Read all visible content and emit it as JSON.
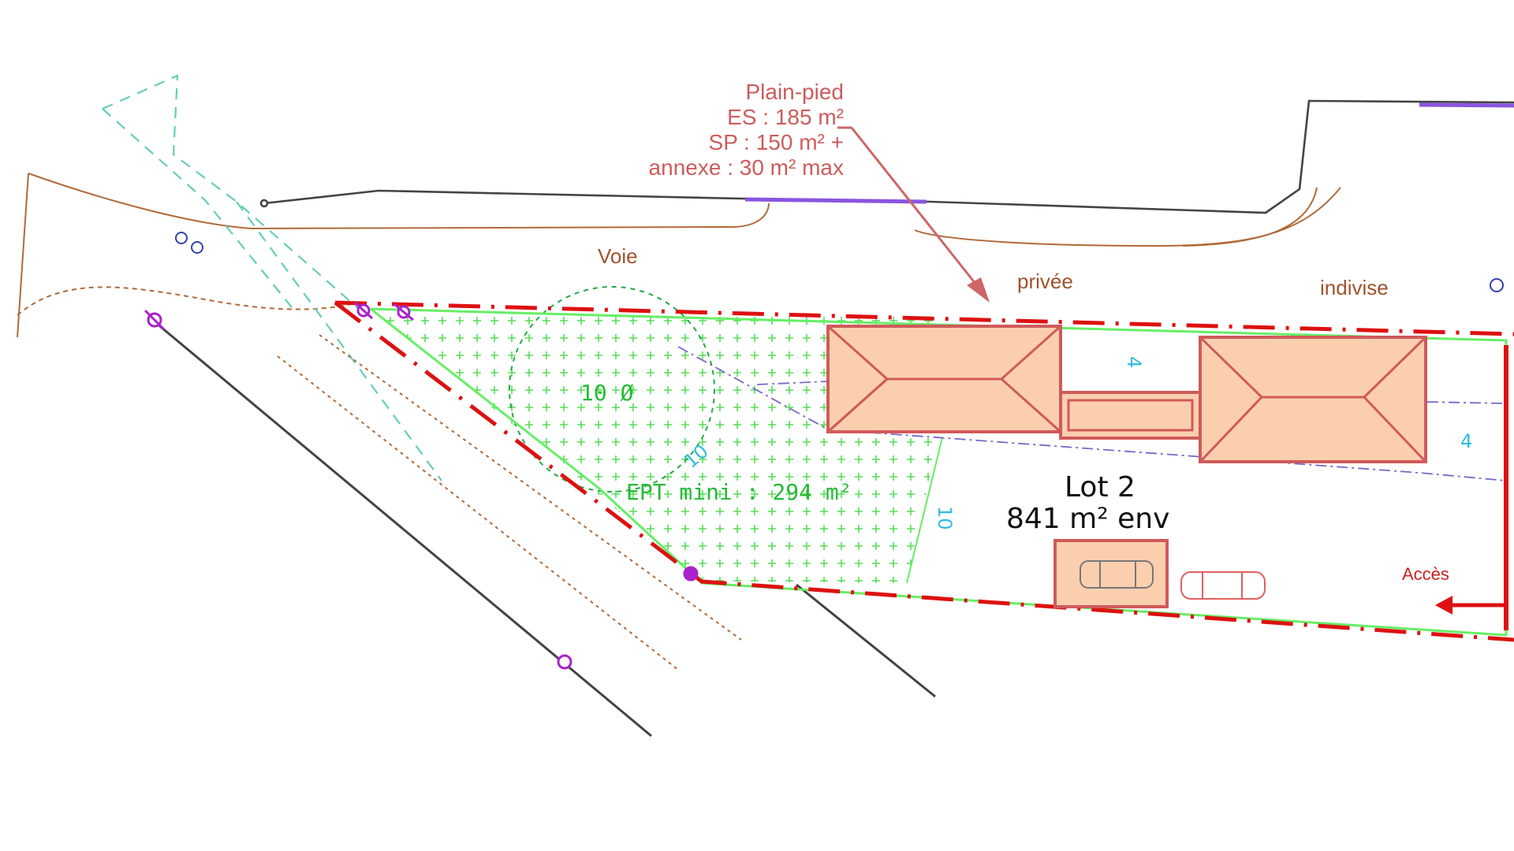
{
  "colors": {
    "boundary_red": "#dd1111",
    "road_brown": "#a0522d",
    "green_space": "#44dd44",
    "house_fill": "#fbcfae",
    "house_stroke": "#d05a5a",
    "marker_purple": "#aa22cc",
    "dashed_cyan": "#66ccbb",
    "annotation_pink": "#cd5c5c"
  },
  "road": {
    "word1": "Voie",
    "word2": "privée",
    "word3": "indivise"
  },
  "note": {
    "line1": "Plain-pied",
    "line2": "ES : 185 m²",
    "line3": "SP : 150 m² +",
    "line4": "annexe : 30 m² max"
  },
  "green_area": {
    "circle_label": "10 Ø",
    "ept_label": "EPT mini : 294 m²"
  },
  "dimensions": {
    "d1": "4",
    "d2": "4",
    "d3": "10",
    "d4": "10"
  },
  "lot": {
    "title": "Lot 2",
    "area": "841 m² env"
  },
  "access": {
    "label": "Accès"
  },
  "icons": {
    "house": "hip-roof-house-icon",
    "car": "car-icon",
    "marker": "survey-marker-icon",
    "arrow": "access-arrow-icon"
  }
}
